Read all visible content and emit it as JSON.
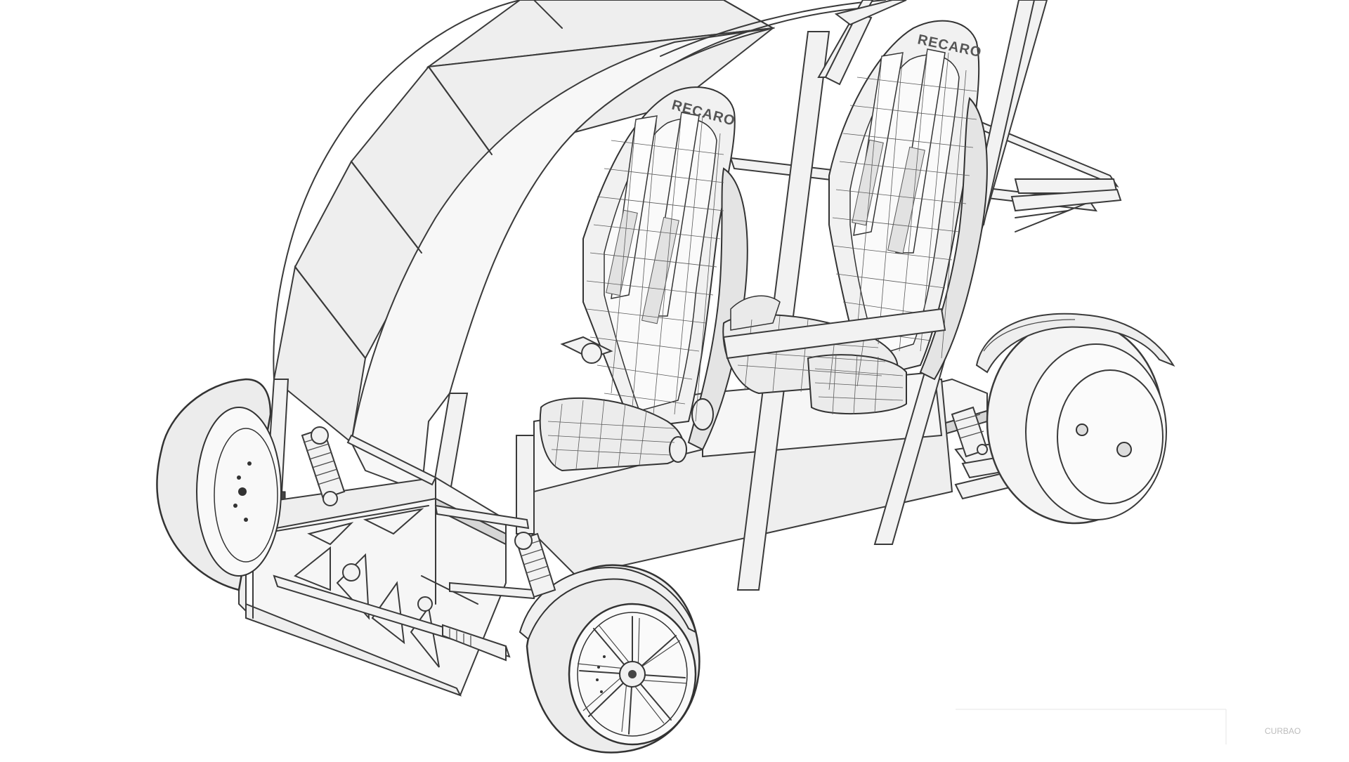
{
  "drawing": {
    "seat_brand_left": "RECARO",
    "seat_brand_right": "RECARO",
    "faint_label": "CURBAO"
  }
}
